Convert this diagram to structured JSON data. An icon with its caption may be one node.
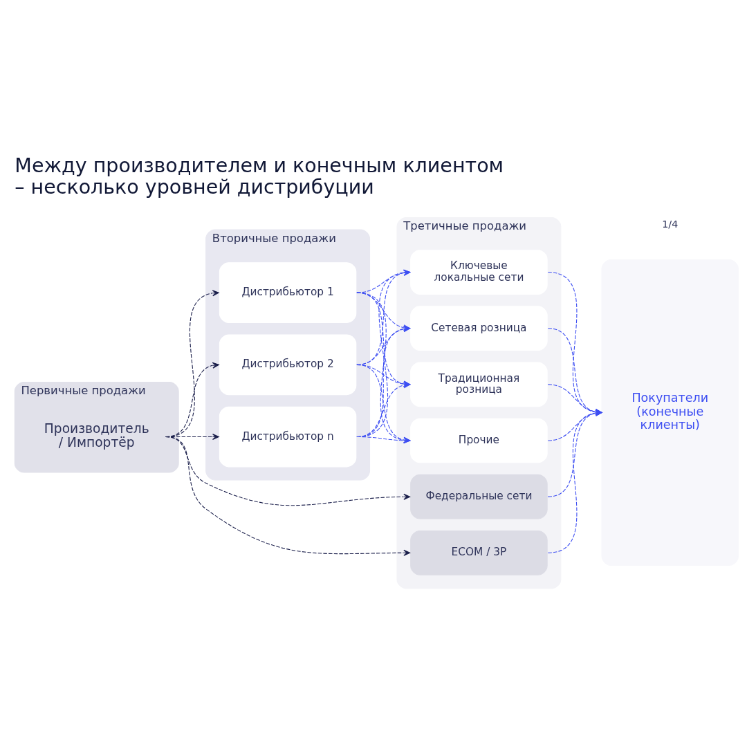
{
  "diagram": {
    "title": "Между производителем и конечным клиентом – несколько уровней дистрибуции",
    "nodes": [
      {
        "text": [
          "Первичные продажи"
        ]
      },
      {
        "text": [
          "Производитель / Импортёр"
        ],
        "in": 0
      },
      {
        "text": [
          "Вторичные продажи"
        ]
      },
      {
        "text": [
          "Дистрибьютор 1"
        ],
        "in": 2
      },
      {
        "text": [
          "Дистрибьютор 2"
        ],
        "in": 2
      },
      {
        "text": [
          "Дистрибьютор n"
        ],
        "in": 2
      },
      {
        "text": [
          "Третичные продажи"
        ]
      },
      {
        "text": [
          "Ключевые локальные сети"
        ],
        "in": 6
      },
      {
        "text": [
          "Сетевая розница"
        ],
        "in": 6
      },
      {
        "text": [
          "Традиционная розница"
        ],
        "in": 6
      },
      {
        "text": [
          "Прочие"
        ],
        "in": 6
      },
      {
        "text": [
          "Федеральные сети"
        ],
        "in": 6
      },
      {
        "text": [
          "ECOM / 3P"
        ],
        "in": 6
      },
      {
        "text": [
          "Покупатели (конечные клиенты)"
        ]
      }
    ],
    "edges": [
      {
        "from": 1,
        "to": 3,
        "arrow": "to",
        "style": "dashed",
        "color": "#1b1f4b"
      },
      {
        "from": 1,
        "to": 4,
        "arrow": "to",
        "style": "dashed",
        "color": "#1b1f4b"
      },
      {
        "from": 1,
        "to": 5,
        "arrow": "to",
        "style": "dashed",
        "color": "#1b1f4b"
      },
      {
        "from": 1,
        "to": 11,
        "arrow": "to",
        "style": "dashed",
        "color": "#1b1f4b"
      },
      {
        "from": 1,
        "to": 12,
        "arrow": "to",
        "style": "dashed",
        "color": "#1b1f4b"
      },
      {
        "from": 3,
        "to": 7,
        "arrow": "to",
        "style": "dashed"
      },
      {
        "from": 3,
        "to": 8,
        "arrow": "to",
        "style": "dashed"
      },
      {
        "from": 3,
        "to": 9,
        "arrow": "to",
        "style": "dashed"
      },
      {
        "from": 3,
        "to": 10,
        "arrow": "to",
        "style": "dashed"
      },
      {
        "from": 4,
        "to": 7,
        "arrow": "to",
        "style": "dashed"
      },
      {
        "from": 4,
        "to": 8,
        "arrow": "to",
        "style": "dashed"
      },
      {
        "from": 4,
        "to": 9,
        "arrow": "to",
        "style": "dashed"
      },
      {
        "from": 4,
        "to": 10,
        "arrow": "to",
        "style": "dashed"
      },
      {
        "from": 5,
        "to": 7,
        "arrow": "to",
        "style": "dashed"
      },
      {
        "from": 5,
        "to": 8,
        "arrow": "to",
        "style": "dashed"
      },
      {
        "from": 5,
        "to": 9,
        "arrow": "to",
        "style": "dashed"
      },
      {
        "from": 5,
        "to": 10,
        "arrow": "to",
        "style": "dashed"
      },
      {
        "from": 7,
        "to": 13,
        "arrow": "to",
        "style": "dashed"
      },
      {
        "from": 8,
        "to": 13,
        "arrow": "to",
        "style": "dashed"
      },
      {
        "from": 9,
        "to": 13,
        "arrow": "to",
        "style": "dashed"
      },
      {
        "from": 10,
        "to": 13,
        "arrow": "to",
        "style": "dashed"
      },
      {
        "from": 11,
        "to": 13,
        "arrow": "to",
        "style": "dashed"
      },
      {
        "from": 12,
        "to": 13,
        "arrow": "to",
        "style": "dashed"
      }
    ],
    "labels": [
      "1/4"
    ]
  }
}
